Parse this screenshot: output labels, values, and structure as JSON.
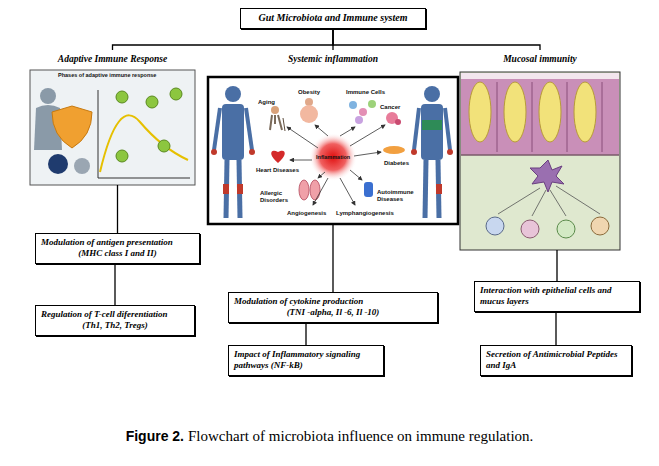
{
  "diagram": {
    "caption": "Flowchart of microbiota influence on immune regulation.",
    "nodes": [
      {
        "text": [
          "Gut Microbiota and Immune system"
        ]
      },
      {
        "text": [
          "Adaptive Immune Response"
        ]
      },
      {
        "text": [
          "Systemic inflammation"
        ]
      },
      {
        "text": [
          "Mucosal immunity"
        ]
      },
      {
        "text": [
          "Modulation of antigen presentation",
          "(MHC class I and II)"
        ]
      },
      {
        "text": [
          "Regulation of T-cell diferentiation",
          "(Th1, Th2, Tregs)"
        ]
      },
      {
        "text": [
          "Modulation of cytokine production",
          "(TNI -alpha, Il -6, Il -10)"
        ]
      },
      {
        "text": [
          "Impact of Inflammatory signaling pathways (NF-kB)"
        ]
      },
      {
        "text": [
          "Interaction with epithelial cells and mucus layers"
        ]
      },
      {
        "text": [
          "Secretion of Antimicrobial Peptides and IgA"
        ]
      }
    ],
    "edges": [
      {
        "from": 0,
        "to": 1,
        "arrow": "none"
      },
      {
        "from": 0,
        "to": 2,
        "arrow": "none"
      },
      {
        "from": 0,
        "to": 3,
        "arrow": "none"
      },
      {
        "from": 1,
        "to": 4,
        "arrow": "none"
      },
      {
        "from": 4,
        "to": 5,
        "arrow": "none"
      },
      {
        "from": 2,
        "to": 6,
        "arrow": "none"
      },
      {
        "from": 6,
        "to": 7,
        "arrow": "none"
      },
      {
        "from": 3,
        "to": 8,
        "arrow": "none"
      },
      {
        "from": 8,
        "to": 9,
        "arrow": "none"
      }
    ],
    "labels": [
      "Phases of adaptive immune response",
      "Aging",
      "Obesity",
      "Immune Cells",
      "Cancer",
      "Inflammation",
      "Heart Diseases",
      "Diabetes",
      "Allergic Disorders",
      "Autoimmune Diseases",
      "Angiogenesis",
      "Lymphangiogenesis",
      "Figure 2."
    ]
  }
}
